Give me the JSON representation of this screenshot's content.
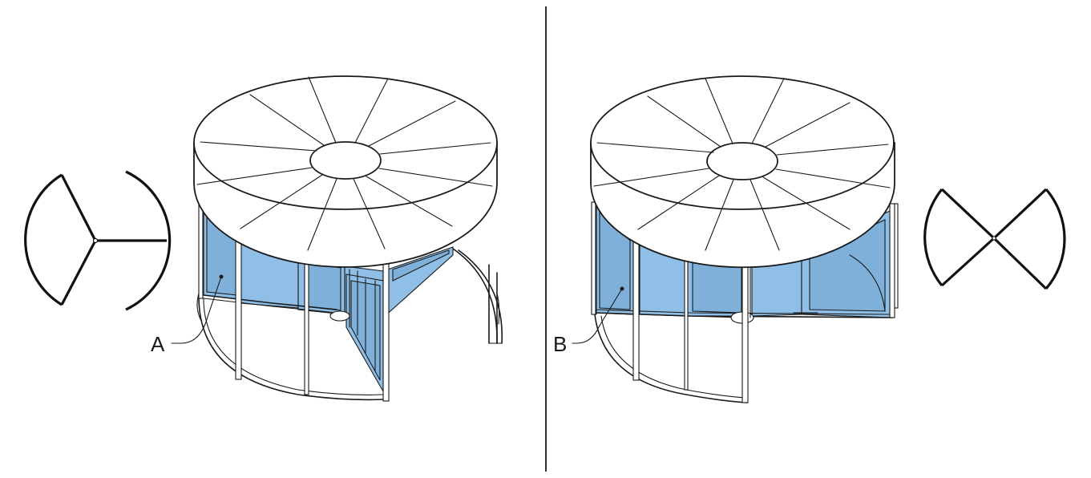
{
  "figure": {
    "left_door": {
      "callout": "A",
      "wings": 3
    },
    "right_door": {
      "callout": "B",
      "wings": 4
    }
  },
  "colors": {
    "glass": "#8fbfe6",
    "ink": "#1a1a1a",
    "background": "#ffffff"
  }
}
